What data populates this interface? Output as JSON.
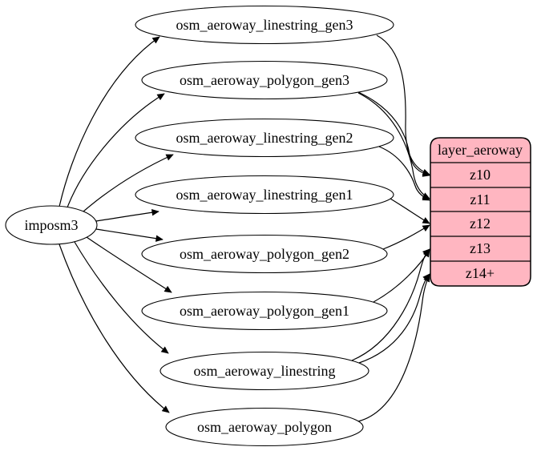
{
  "diagram": {
    "type": "dependency-graph",
    "source": {
      "label": "imposm3"
    },
    "tables": [
      {
        "id": "lg3",
        "label": "osm_aeroway_linestring_gen3"
      },
      {
        "id": "pg3",
        "label": "osm_aeroway_polygon_gen3"
      },
      {
        "id": "lg2",
        "label": "osm_aeroway_linestring_gen2"
      },
      {
        "id": "lg1",
        "label": "osm_aeroway_linestring_gen1"
      },
      {
        "id": "pg2",
        "label": "osm_aeroway_polygon_gen2"
      },
      {
        "id": "pg1",
        "label": "osm_aeroway_polygon_gen1"
      },
      {
        "id": "l",
        "label": "osm_aeroway_linestring"
      },
      {
        "id": "p",
        "label": "osm_aeroway_polygon"
      }
    ],
    "layer": {
      "title": "layer_aeroway",
      "rows": [
        "z10",
        "z11",
        "z12",
        "z13",
        "z14+"
      ],
      "fill_color": "#ffb6c1",
      "border_color": "#000000"
    },
    "edges": [
      {
        "from": "imposm3",
        "to": "osm_aeroway_linestring_gen3"
      },
      {
        "from": "imposm3",
        "to": "osm_aeroway_polygon_gen3"
      },
      {
        "from": "imposm3",
        "to": "osm_aeroway_linestring_gen2"
      },
      {
        "from": "imposm3",
        "to": "osm_aeroway_linestring_gen1"
      },
      {
        "from": "imposm3",
        "to": "osm_aeroway_polygon_gen2"
      },
      {
        "from": "imposm3",
        "to": "osm_aeroway_polygon_gen1"
      },
      {
        "from": "imposm3",
        "to": "osm_aeroway_linestring"
      },
      {
        "from": "imposm3",
        "to": "osm_aeroway_polygon"
      },
      {
        "from": "osm_aeroway_linestring_gen3",
        "to": "z10"
      },
      {
        "from": "osm_aeroway_polygon_gen3",
        "to": "z10"
      },
      {
        "from": "osm_aeroway_polygon_gen3",
        "to": "z11"
      },
      {
        "from": "osm_aeroway_linestring_gen2",
        "to": "z11"
      },
      {
        "from": "osm_aeroway_linestring_gen1",
        "to": "z12"
      },
      {
        "from": "osm_aeroway_polygon_gen2",
        "to": "z12"
      },
      {
        "from": "osm_aeroway_polygon_gen1",
        "to": "z13"
      },
      {
        "from": "osm_aeroway_linestring",
        "to": "z13"
      },
      {
        "from": "osm_aeroway_linestring",
        "to": "z14+"
      },
      {
        "from": "osm_aeroway_polygon",
        "to": "z14+"
      }
    ]
  }
}
